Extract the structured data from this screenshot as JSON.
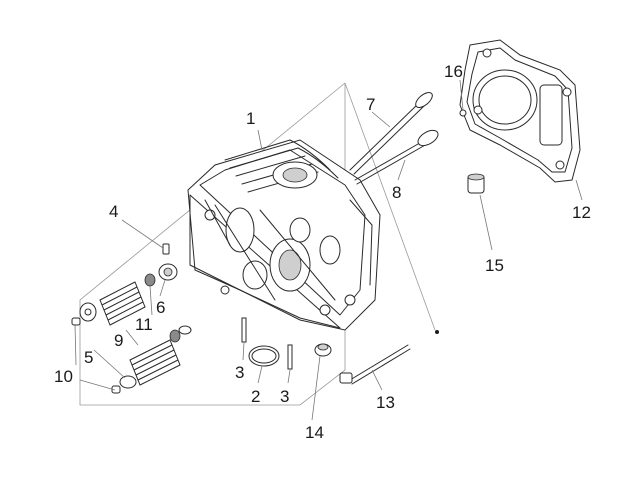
{
  "callouts": [
    {
      "id": "1",
      "text": "1"
    },
    {
      "id": "2",
      "text": "2"
    },
    {
      "id": "3a",
      "text": "3"
    },
    {
      "id": "3b",
      "text": "3"
    },
    {
      "id": "4",
      "text": "4"
    },
    {
      "id": "5",
      "text": "5"
    },
    {
      "id": "6",
      "text": "6"
    },
    {
      "id": "7",
      "text": "7"
    },
    {
      "id": "8",
      "text": "8"
    },
    {
      "id": "9",
      "text": "9"
    },
    {
      "id": "10",
      "text": "10"
    },
    {
      "id": "11",
      "text": "11"
    },
    {
      "id": "12",
      "text": "12"
    },
    {
      "id": "13",
      "text": "13"
    },
    {
      "id": "14",
      "text": "14"
    },
    {
      "id": "15",
      "text": "15"
    },
    {
      "id": "16",
      "text": "16"
    }
  ]
}
